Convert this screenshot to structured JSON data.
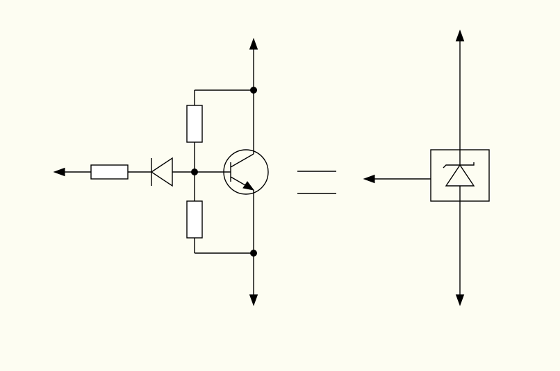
{
  "diagram": {
    "kind": "circuit-schematic-equivalence",
    "left_circuit": {
      "components": [
        "resistor",
        "diode",
        "resistor",
        "resistor",
        "npn-transistor"
      ],
      "junctions": 3,
      "terminals": [
        "input-arrow",
        "top-arrow",
        "bottom-arrow"
      ]
    },
    "relation_symbol": "equals",
    "right_symbol": {
      "components": [
        "zener-diode-box"
      ],
      "terminals": [
        "input-arrow",
        "top-arrow",
        "bottom-arrow"
      ]
    },
    "colors": {
      "background": "#fdfdf2",
      "line": "#000000",
      "component_fill": "#ffffff"
    }
  }
}
